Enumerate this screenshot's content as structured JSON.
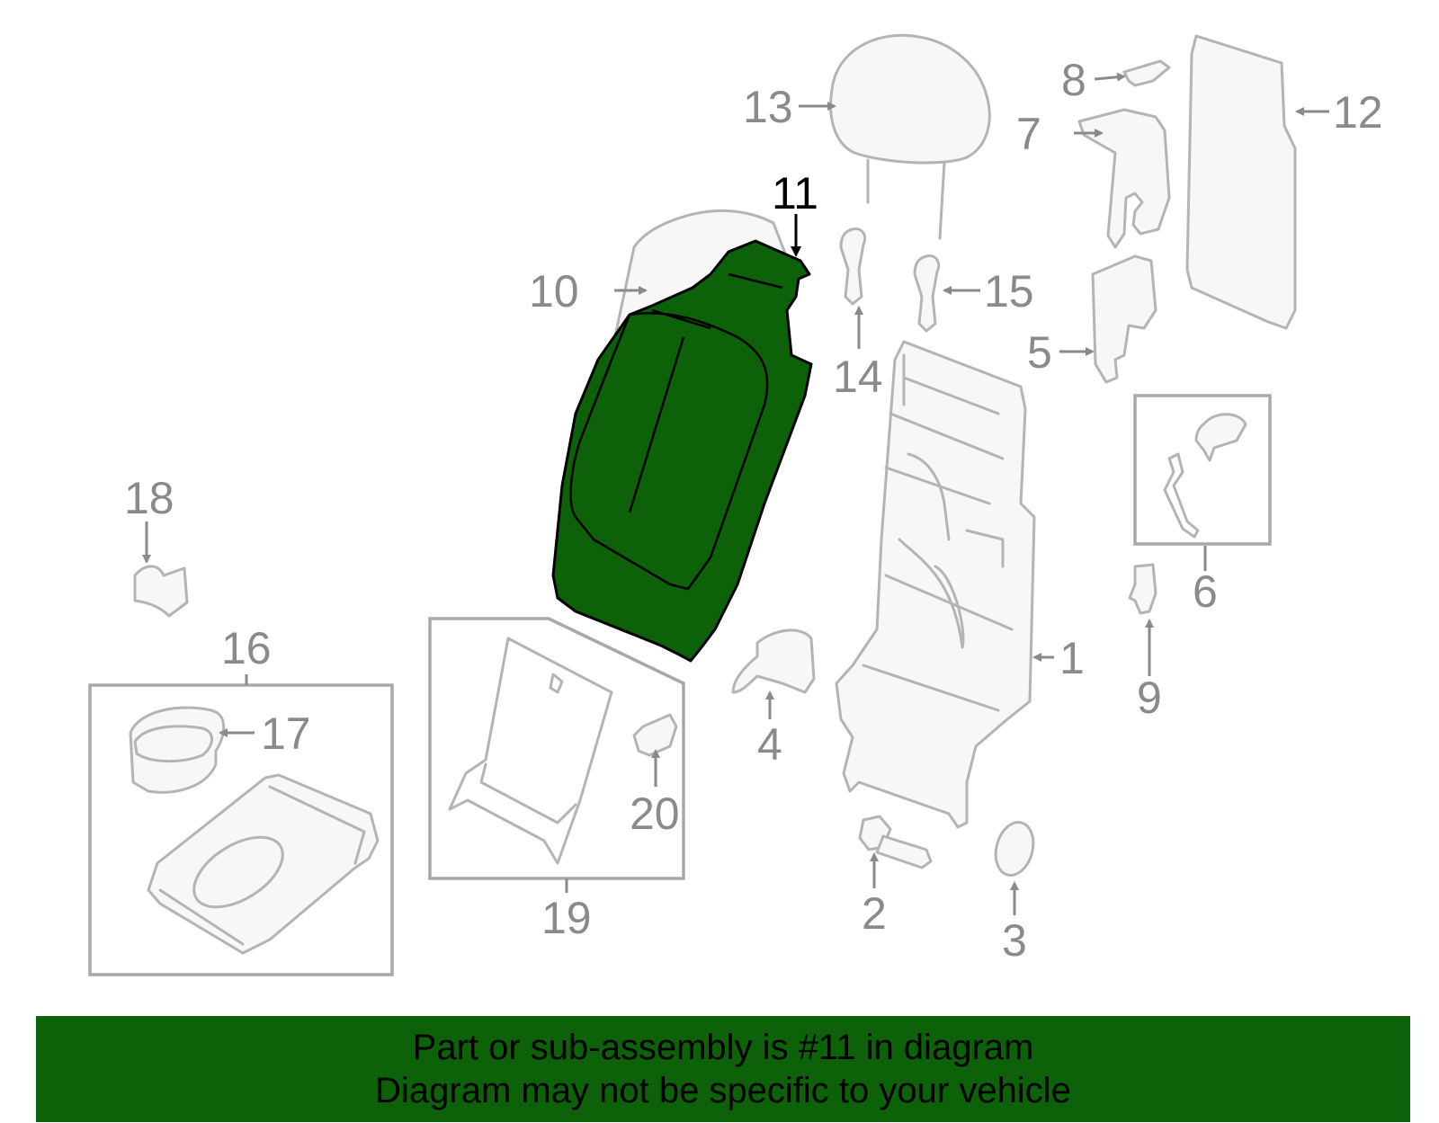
{
  "colors": {
    "highlight_fill": "#0d6109",
    "banner_background": "#0d6109",
    "banner_text": "#000000",
    "part_outline": "#b4b4b4",
    "label_gray": "#8a8a8a",
    "highlight_label": "#000000"
  },
  "callouts": {
    "c1": "1",
    "c2": "2",
    "c3": "3",
    "c4": "4",
    "c5": "5",
    "c6": "6",
    "c7": "7",
    "c8": "8",
    "c9": "9",
    "c10": "10",
    "c11": "11",
    "c12": "12",
    "c13": "13",
    "c14": "14",
    "c15": "15",
    "c16": "16",
    "c17": "17",
    "c18": "18",
    "c19": "19",
    "c20": "20"
  },
  "highlighted_part": "11",
  "banner": {
    "line1": "Part or sub-assembly is #11 in diagram",
    "line2": "Diagram may not be specific to your vehicle"
  }
}
